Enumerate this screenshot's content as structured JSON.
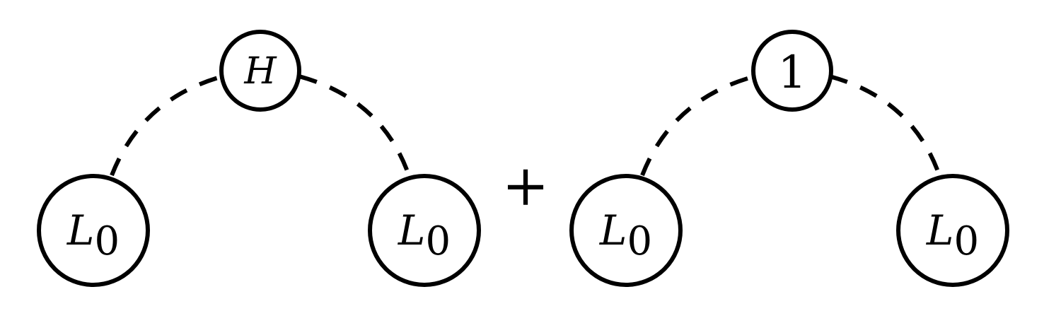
{
  "diagrams": [
    {
      "top": {
        "label": "H",
        "italic": true
      },
      "left": {
        "symbol": "L",
        "subscript": "0"
      },
      "right": {
        "symbol": "L",
        "subscript": "0"
      }
    },
    {
      "top": {
        "label": "1",
        "italic": false
      },
      "left": {
        "symbol": "L",
        "subscript": "0"
      },
      "right": {
        "symbol": "L",
        "subscript": "0"
      }
    }
  ],
  "operator": "+",
  "colors": {
    "stroke": "#000000",
    "fill": "#ffffff"
  }
}
